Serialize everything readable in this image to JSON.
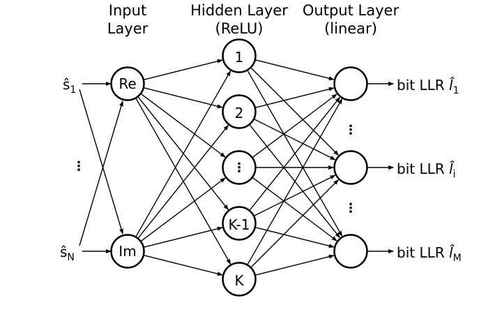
{
  "headers": {
    "input": [
      "Input",
      "Layer"
    ],
    "hidden": [
      "Hidden Layer",
      "(ReLU)"
    ],
    "output": [
      "Output Layer",
      "(linear)"
    ]
  },
  "input_symbols": [
    {
      "base": "ŝ",
      "sub": "1"
    },
    {
      "base": "ŝ",
      "sub": "N"
    }
  ],
  "input_nodes": [
    "Re",
    "Im"
  ],
  "hidden_nodes": [
    "1",
    "2",
    "⋮",
    "K-1",
    "K"
  ],
  "output_labels": [
    {
      "prefix": "bit LLR ",
      "base": "l̂",
      "sub": "1"
    },
    {
      "prefix": "bit LLR ",
      "base": "l̂",
      "sub": "i"
    },
    {
      "prefix": "bit LLR ",
      "base": "l̂",
      "sub": "M"
    }
  ],
  "ellipsis": "⋮"
}
